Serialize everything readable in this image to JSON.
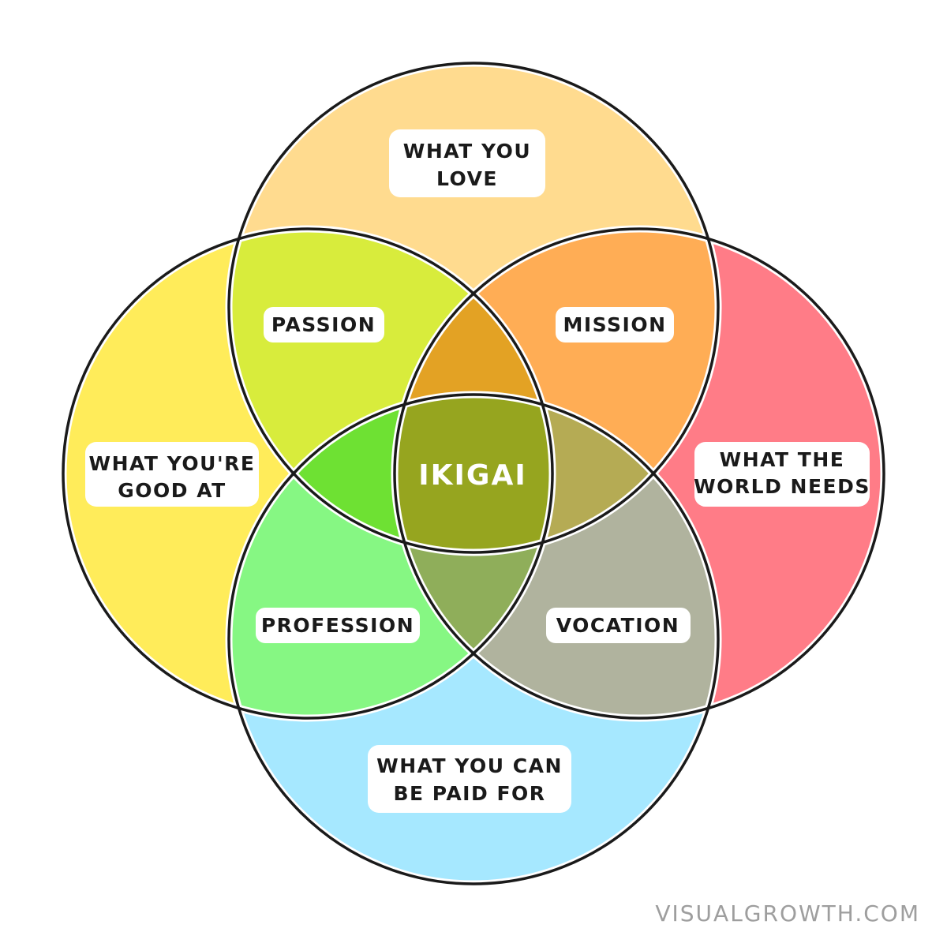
{
  "colors": {
    "love": "#ffdb8f",
    "good_at": "#ffec5a",
    "world_needs": "#ff7c87",
    "paid_for": "#a6e8ff",
    "passion": "#d8ec3c",
    "mission": "#ffad55",
    "profession": "#86f783",
    "vocation": "#b0b39e",
    "love_good_needs": "#e3a224",
    "love_good_paid": "#6ee133",
    "love_needs_paid": "#b5ab54",
    "good_needs_paid": "#8fae5a",
    "ikigai": "#96a51f",
    "outline": "#1a1a1a",
    "watermark": "#9e9e9e"
  },
  "circles": {
    "love": {
      "label": [
        "WHAT YOU",
        "LOVE"
      ]
    },
    "good_at": {
      "label": [
        "WHAT YOU'RE",
        "GOOD AT"
      ]
    },
    "world_needs": {
      "label": [
        "WHAT THE",
        "WORLD NEEDS"
      ]
    },
    "paid_for": {
      "label": [
        "WHAT YOU CAN",
        "BE PAID FOR"
      ]
    }
  },
  "overlaps": {
    "passion": "PASSION",
    "mission": "MISSION",
    "profession": "PROFESSION",
    "vocation": "VOCATION"
  },
  "center": "IKIGAI",
  "watermark": "VISUALGROWTH.COM"
}
